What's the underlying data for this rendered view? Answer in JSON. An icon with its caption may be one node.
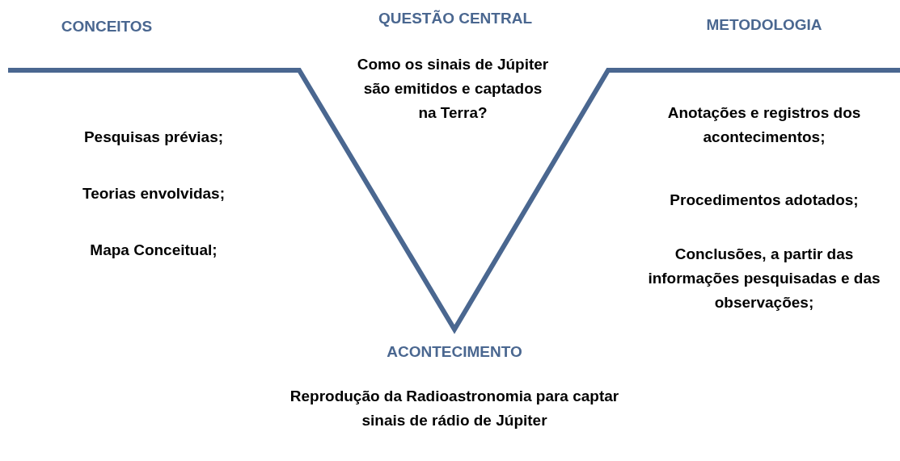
{
  "diagram": {
    "labels": [
      "CONCEITOS",
      "QUESTÃO CENTRAL",
      "METODOLOGIA",
      "Como os sinais de Júpiter são emitidos e captados na Terra?",
      "Pesquisas prévias;",
      "Teorias envolvidas;",
      "Mapa Conceitual;",
      "Anotações e registros dos acontecimentos;",
      "Procedimentos adotados;",
      "Conclusões, a partir das informações pesquisadas e das observações;",
      "ACONTECIMENTO",
      "Reprodução da Radioastronomia para captar sinais de rádio de Júpiter"
    ]
  }
}
